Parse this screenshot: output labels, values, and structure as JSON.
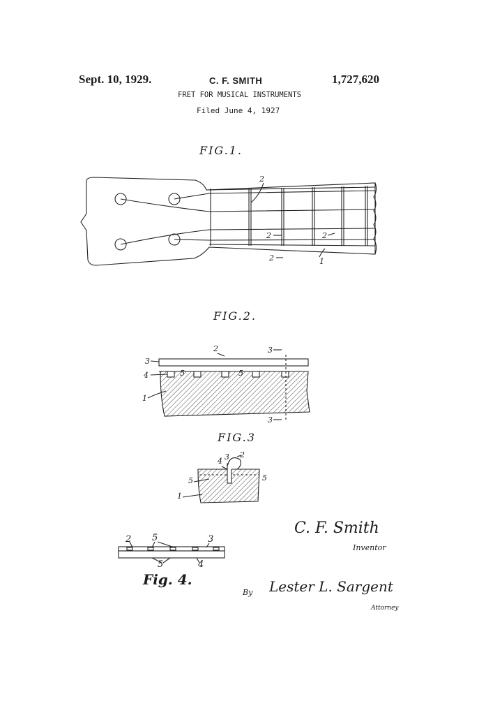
{
  "header": {
    "date": "Sept. 10, 1929.",
    "inventor": "C. F. SMITH",
    "patent_number": "1,727,620",
    "title": "FRET FOR MUSICAL INSTRUMENTS",
    "filed": "Filed June 4, 1927"
  },
  "figures": {
    "fig1_label": "FIG.1.",
    "fig2_label": "FIG.2.",
    "fig3_label": "FIG.3",
    "fig4_label": "Fig. 4."
  },
  "refs": {
    "r1": "1",
    "r2": "2",
    "r3": "3",
    "r4": "4",
    "r5": "5"
  },
  "signature": {
    "inventor_sig": "C. F. Smith",
    "inventor_role": "Inventor",
    "by": "By",
    "attorney_sig": "Lester L. Sargent",
    "attorney_role": "Attorney"
  }
}
